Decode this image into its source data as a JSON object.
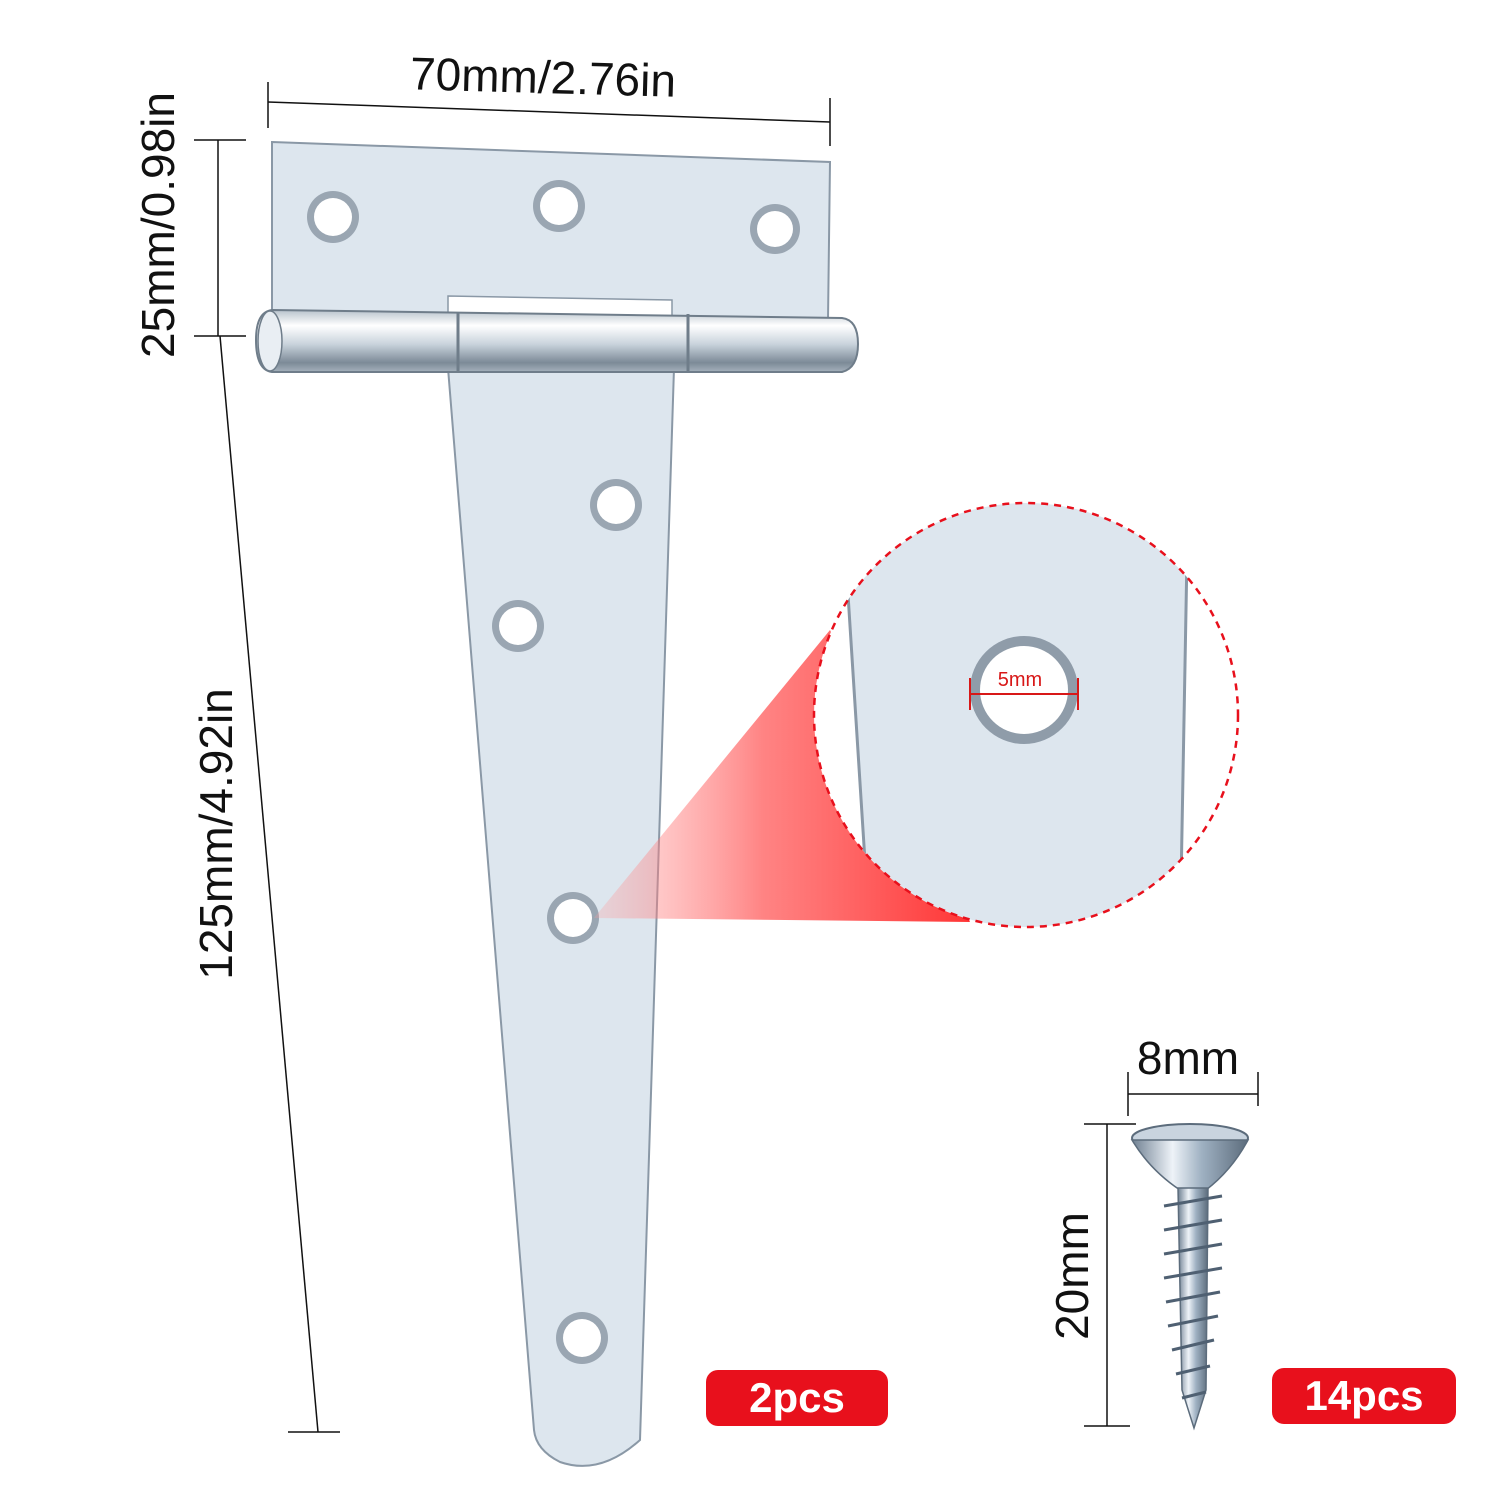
{
  "dimensions": {
    "hinge_top_width": "70mm/2.76in",
    "hinge_top_height": "25mm/0.98in",
    "hinge_length": "125mm/4.92in",
    "hole_diameter": "5mm",
    "screw_head_width": "8mm",
    "screw_length": "20mm"
  },
  "quantities": {
    "hinge": "2pcs",
    "screw": "14pcs"
  },
  "colors": {
    "accent_red": "#e8101c",
    "metal": "#dde6ee",
    "metal_edge": "#8a98a6"
  }
}
